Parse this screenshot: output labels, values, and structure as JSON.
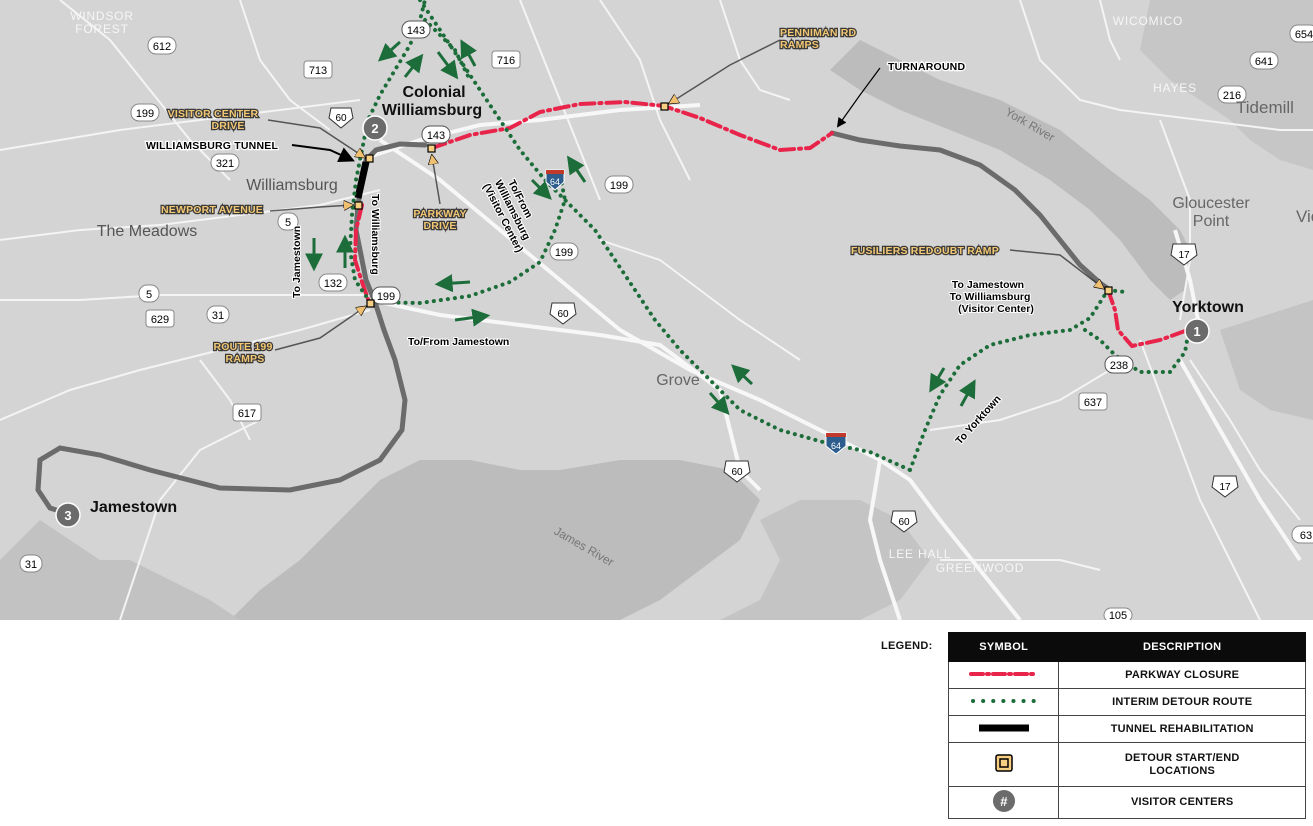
{
  "places": {
    "windsor_forest": "WINDSOR\nFOREST",
    "colonial_williamsburg": "Colonial\nWilliamsburg",
    "williamsburg": "Williamsburg",
    "the_meadows": "The Meadows",
    "jamestown": "Jamestown",
    "yorktown": "Yorktown",
    "gloucester_point": "Gloucester\nPoint",
    "tidemill": "Tidemill",
    "wicomico": "WICOMICO",
    "hayes": "HAYES",
    "grove": "Grove",
    "lee_hall": "LEE HALL",
    "greenwood": "GREENWOOD",
    "york_river": "York River",
    "james_river": "James River",
    "vic": "Vic"
  },
  "routes": {
    "r612": "612",
    "r713": "713",
    "r143a": "143",
    "r716": "716",
    "r60a": "60",
    "r199a": "199",
    "r321": "321",
    "r143b": "143",
    "r199b": "199",
    "r199c": "199",
    "r5a": "5",
    "r5b": "5",
    "r132": "132",
    "r199d": "199",
    "r31a": "31",
    "r629": "629",
    "r60b": "60",
    "r617": "617",
    "r31b": "31",
    "r60c": "60",
    "r60d": "60",
    "i64a": "64",
    "i64b": "64",
    "r641": "641",
    "r216": "216",
    "r17a": "17",
    "r17b": "17",
    "r238": "238",
    "r637": "637",
    "r105": "105",
    "r654": "654",
    "r63": "63"
  },
  "callouts": {
    "visitor_center_drive": "VISITOR CENTER\nDRIVE",
    "williamsburg_tunnel": "WILLIAMSBURG TUNNEL",
    "newport_avenue": "NEWPORT AVENUE",
    "parkway_drive": "PARKWAY\nDRIVE",
    "route_199_ramps": "ROUTE 199\nRAMPS",
    "penniman_rd_ramps": "PENNIMAN RD\nRAMPS",
    "turnaround": "TURNAROUND",
    "fusiliers_redoubt_ramp": "FUSILIERS REDOUBT RAMP"
  },
  "direction_labels": {
    "to_jamestown": "To Jamestown",
    "to_williamsburg": "To Williamsburg",
    "to_from_williamsburg_vc": "To/From\nWilliamsburg\n(Visitor Center)",
    "to_from_jamestown": "To/From Jamestown",
    "to_jamestown_williamsburg_vc": "To Jamestown\nTo Williamsburg\n(Visitor Center)",
    "to_yorktown": "To Yorktown"
  },
  "visitor_centers": {
    "vc1": "1",
    "vc2": "2",
    "vc3": "3"
  },
  "legend": {
    "title": "LEGEND:",
    "symbol_header": "SYMBOL",
    "description_header": "DESCRIPTION",
    "rows": [
      {
        "description": "PARKWAY CLOSURE",
        "symbol": "red-dash-dot-line"
      },
      {
        "description": "INTERIM DETOUR ROUTE",
        "symbol": "green-dotted-line"
      },
      {
        "description": "TUNNEL REHABILITATION",
        "symbol": "black-thick-line"
      },
      {
        "description": "DETOUR START/END\nLOCATIONS",
        "symbol": "square-marker-icon"
      },
      {
        "description": "VISITOR CENTERS",
        "symbol": "numbered-circle-icon",
        "sample": "#"
      }
    ]
  },
  "colors": {
    "background": "#d2d2d2",
    "water": "#bcbcbc",
    "roads": "#f3f3f3",
    "parkway": "#6b6b6b",
    "closure": "#e8244b",
    "detour": "#1c6d3a",
    "callout_text": "#f3c874",
    "callout_fill": "#f7cf83"
  }
}
